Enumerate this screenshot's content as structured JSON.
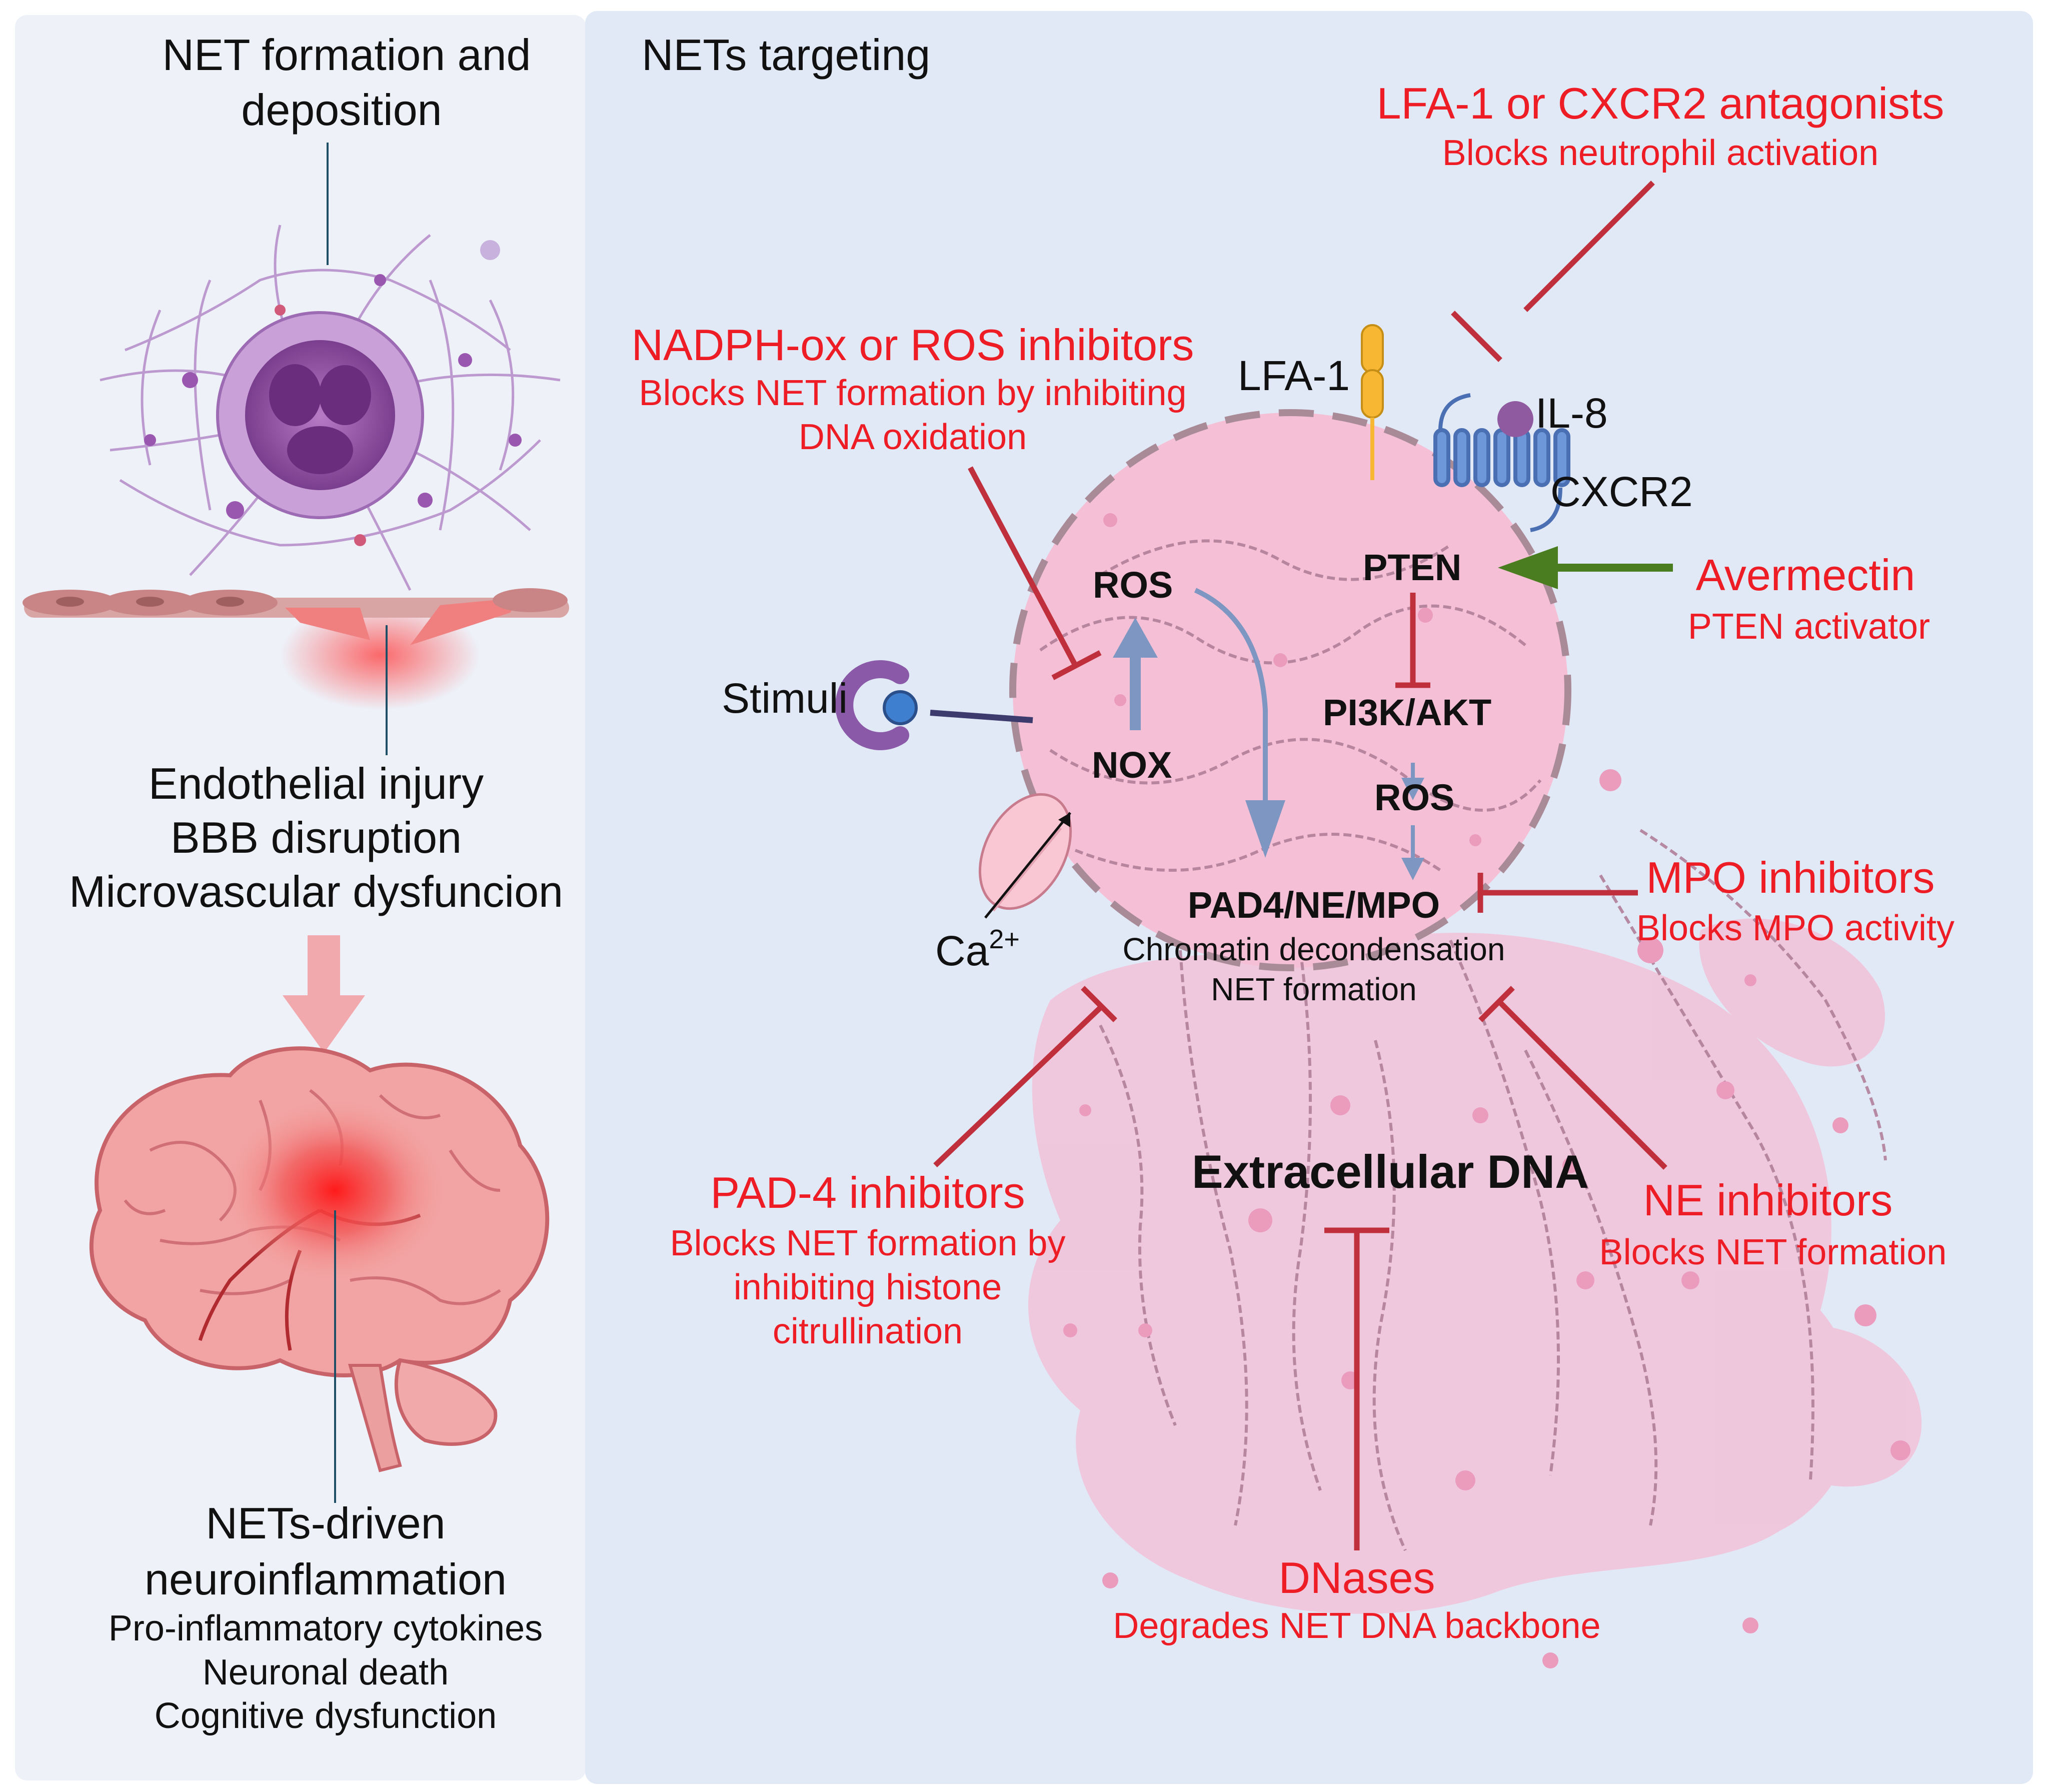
{
  "left_panel": {
    "title_line1": "NET formation and",
    "title_line2": "deposition",
    "injury_lines": [
      "Endothelial injury",
      "BBB disruption",
      "Microvascular dysfuncion"
    ],
    "neuro_title_line1": "NETs-driven",
    "neuro_title_line2": "neuroinflammation",
    "neuro_lines": [
      "Pro-inflammatory cytokines",
      "Neuronal death",
      "Cognitive dysfunction"
    ]
  },
  "right_panel": {
    "title": "NETs targeting",
    "cell_labels": {
      "lfa1": "LFA-1",
      "il8": "IL-8",
      "cxcr2": "CXCR2",
      "stimuli": "Stimuli",
      "ca": "Ca",
      "ca_sup": "2+",
      "ros_top": "ROS",
      "nox": "NOX",
      "pten": "PTEN",
      "pi3k": "PI3K/AKT",
      "ros_mid": "ROS",
      "pad4": "PAD4/NE/MPO",
      "chromatin": "Chromatin decondensation",
      "net_formation": "NET formation",
      "extracellular": "Extracellular DNA"
    },
    "interventions": {
      "lfa_cxcr2": {
        "title": "LFA-1 or CXCR2 antagonists",
        "desc": "Blocks neutrophil activation"
      },
      "nadph": {
        "title": "NADPH-ox or ROS inhibitors",
        "desc_line1": "Blocks NET formation by inhibiting",
        "desc_line2": "DNA oxidation"
      },
      "avermectin": {
        "title": "Avermectin",
        "desc": "PTEN activator"
      },
      "mpo": {
        "title": "MPO inhibitors",
        "desc": "Blocks MPO activity"
      },
      "pad4": {
        "title": "PAD-4 inhibitors",
        "desc_line1": "Blocks NET formation by",
        "desc_line2": "inhibiting histone",
        "desc_line3": "citrullination"
      },
      "ne": {
        "title": "NE inhibitors",
        "desc": "Blocks NET formation"
      },
      "dnases": {
        "title": "DNases",
        "desc": "Degrades NET DNA backbone"
      }
    }
  },
  "colors": {
    "left_bg": "#eef1f8",
    "right_bg": "#e1e9f7",
    "cell": "#f5bfd6",
    "inhibitor": "#c0303c",
    "activator": "#4a7d1f",
    "signal_arrow": "#7e97c2",
    "red_text": "#ee1c24"
  }
}
